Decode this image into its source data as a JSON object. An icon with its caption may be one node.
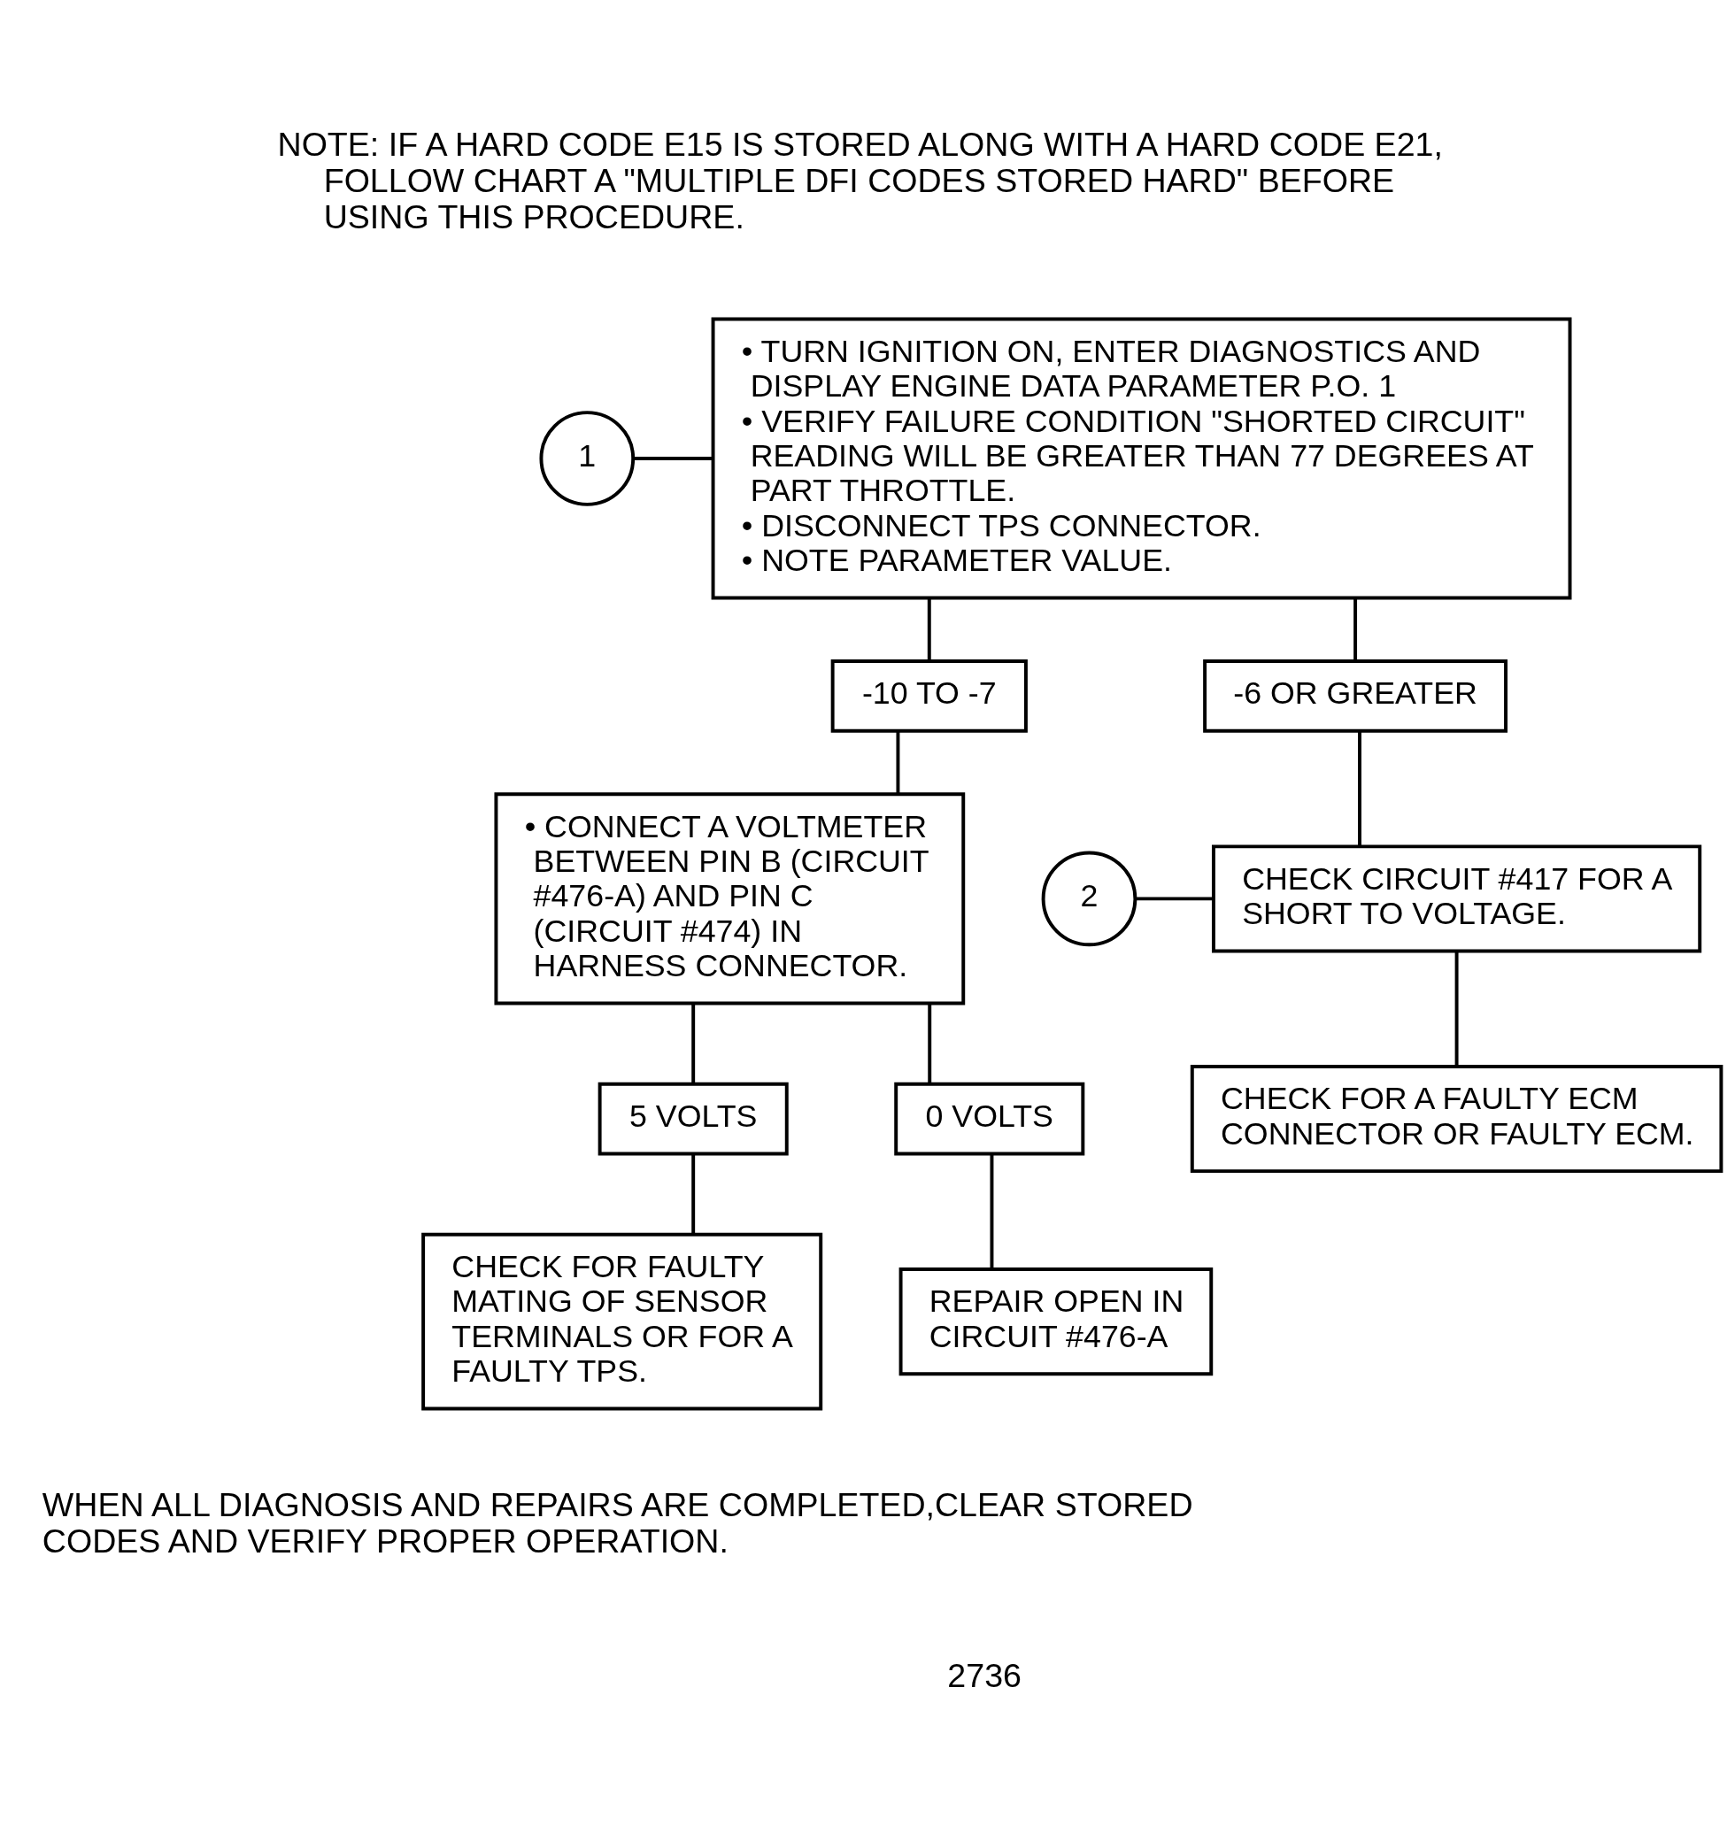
{
  "diagram": {
    "nodes": [
      {
        "text": [
          "• TURN IGNITION ON, ENTER DIAGNOSTICS AND DISPLAY ENGINE DATA PARAMETER P.O. 1",
          "• VERIFY FAILURE CONDITION \"SHORTED CIRCUIT\" READING WILL BE GREATER THAN 77 DEGREES AT PART THROTTLE.",
          "• DISCONNECT TPS CONNECTOR.",
          "• NOTE PARAMETER VALUE."
        ]
      },
      {
        "text": [
          "1"
        ]
      },
      {
        "text": [
          "-10 TO -7"
        ]
      },
      {
        "text": [
          "-6 OR GREATER"
        ]
      },
      {
        "text": [
          "• CONNECT A VOLTMETER BETWEEN PIN B (CIRCUIT #476-A) AND PIN C (CIRCUIT #474) IN HARNESS CONNECTOR."
        ]
      },
      {
        "text": [
          "2"
        ]
      },
      {
        "text": [
          "CHECK CIRCUIT #417 FOR A SHORT TO VOLTAGE."
        ]
      },
      {
        "text": [
          "CHECK FOR A FAULTY ECM CONNECTOR OR FAULTY ECM."
        ]
      },
      {
        "text": [
          "5 VOLTS"
        ]
      },
      {
        "text": [
          "0 VOLTS"
        ]
      },
      {
        "text": [
          "CHECK FOR FAULTY MATING OF SENSOR TERMINALS OR FOR A FAULTY TPS."
        ]
      },
      {
        "text": [
          "REPAIR OPEN IN CIRCUIT #476-A"
        ]
      }
    ],
    "edges": [
      {
        "from": 1,
        "to": 0,
        "arrow": "none"
      },
      {
        "from": 0,
        "to": 2,
        "arrow": "none"
      },
      {
        "from": 0,
        "to": 3,
        "arrow": "none"
      },
      {
        "from": 2,
        "to": 4,
        "arrow": "none"
      },
      {
        "from": 3,
        "to": 6,
        "arrow": "none"
      },
      {
        "from": 5,
        "to": 6,
        "arrow": "none"
      },
      {
        "from": 6,
        "to": 7,
        "arrow": "none"
      },
      {
        "from": 4,
        "to": 8,
        "arrow": "none"
      },
      {
        "from": 4,
        "to": 9,
        "arrow": "none"
      },
      {
        "from": 8,
        "to": 10,
        "arrow": "none"
      },
      {
        "from": 9,
        "to": 11,
        "arrow": "none"
      }
    ],
    "labels": [
      "NOTE: IF A HARD CODE E15 IS STORED ALONG WITH A HARD CODE E21, FOLLOW CHART A \"MULTIPLE DFI CODES STORED HARD\" BEFORE USING THIS PROCEDURE.",
      "WHEN ALL DIAGNOSIS AND REPAIRS ARE COMPLETED,CLEAR STORED CODES AND VERIFY PROPER OPERATION.",
      "2736"
    ]
  }
}
